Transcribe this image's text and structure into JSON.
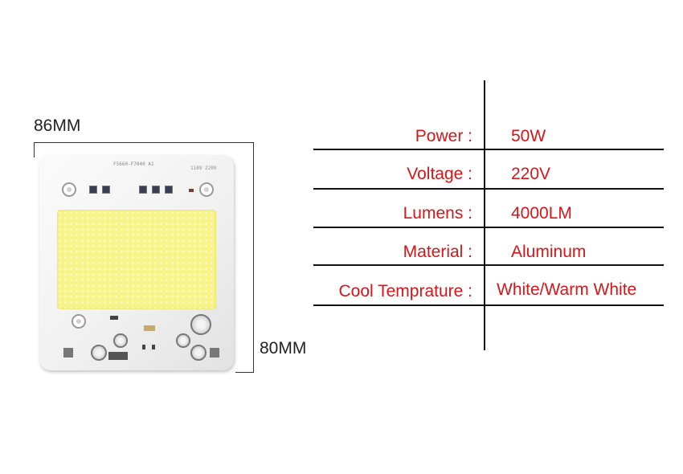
{
  "dimensions": {
    "width_label": "86MM",
    "height_label": "80MM"
  },
  "board": {
    "print_top": "F5660-F7040  A1",
    "print_right": "110V  220V"
  },
  "specs": [
    {
      "label": "Power :",
      "value": "50W"
    },
    {
      "label": "Voltage :",
      "value": "220V"
    },
    {
      "label": "Lumens :",
      "value": "4000LM"
    },
    {
      "label": "Material :",
      "value": "Aluminum"
    },
    {
      "label": "Cool Temprature :",
      "value": "White/Warm White"
    }
  ],
  "colors": {
    "spec_text": "#d5161a",
    "led_phosphor": "#f7f58a"
  }
}
